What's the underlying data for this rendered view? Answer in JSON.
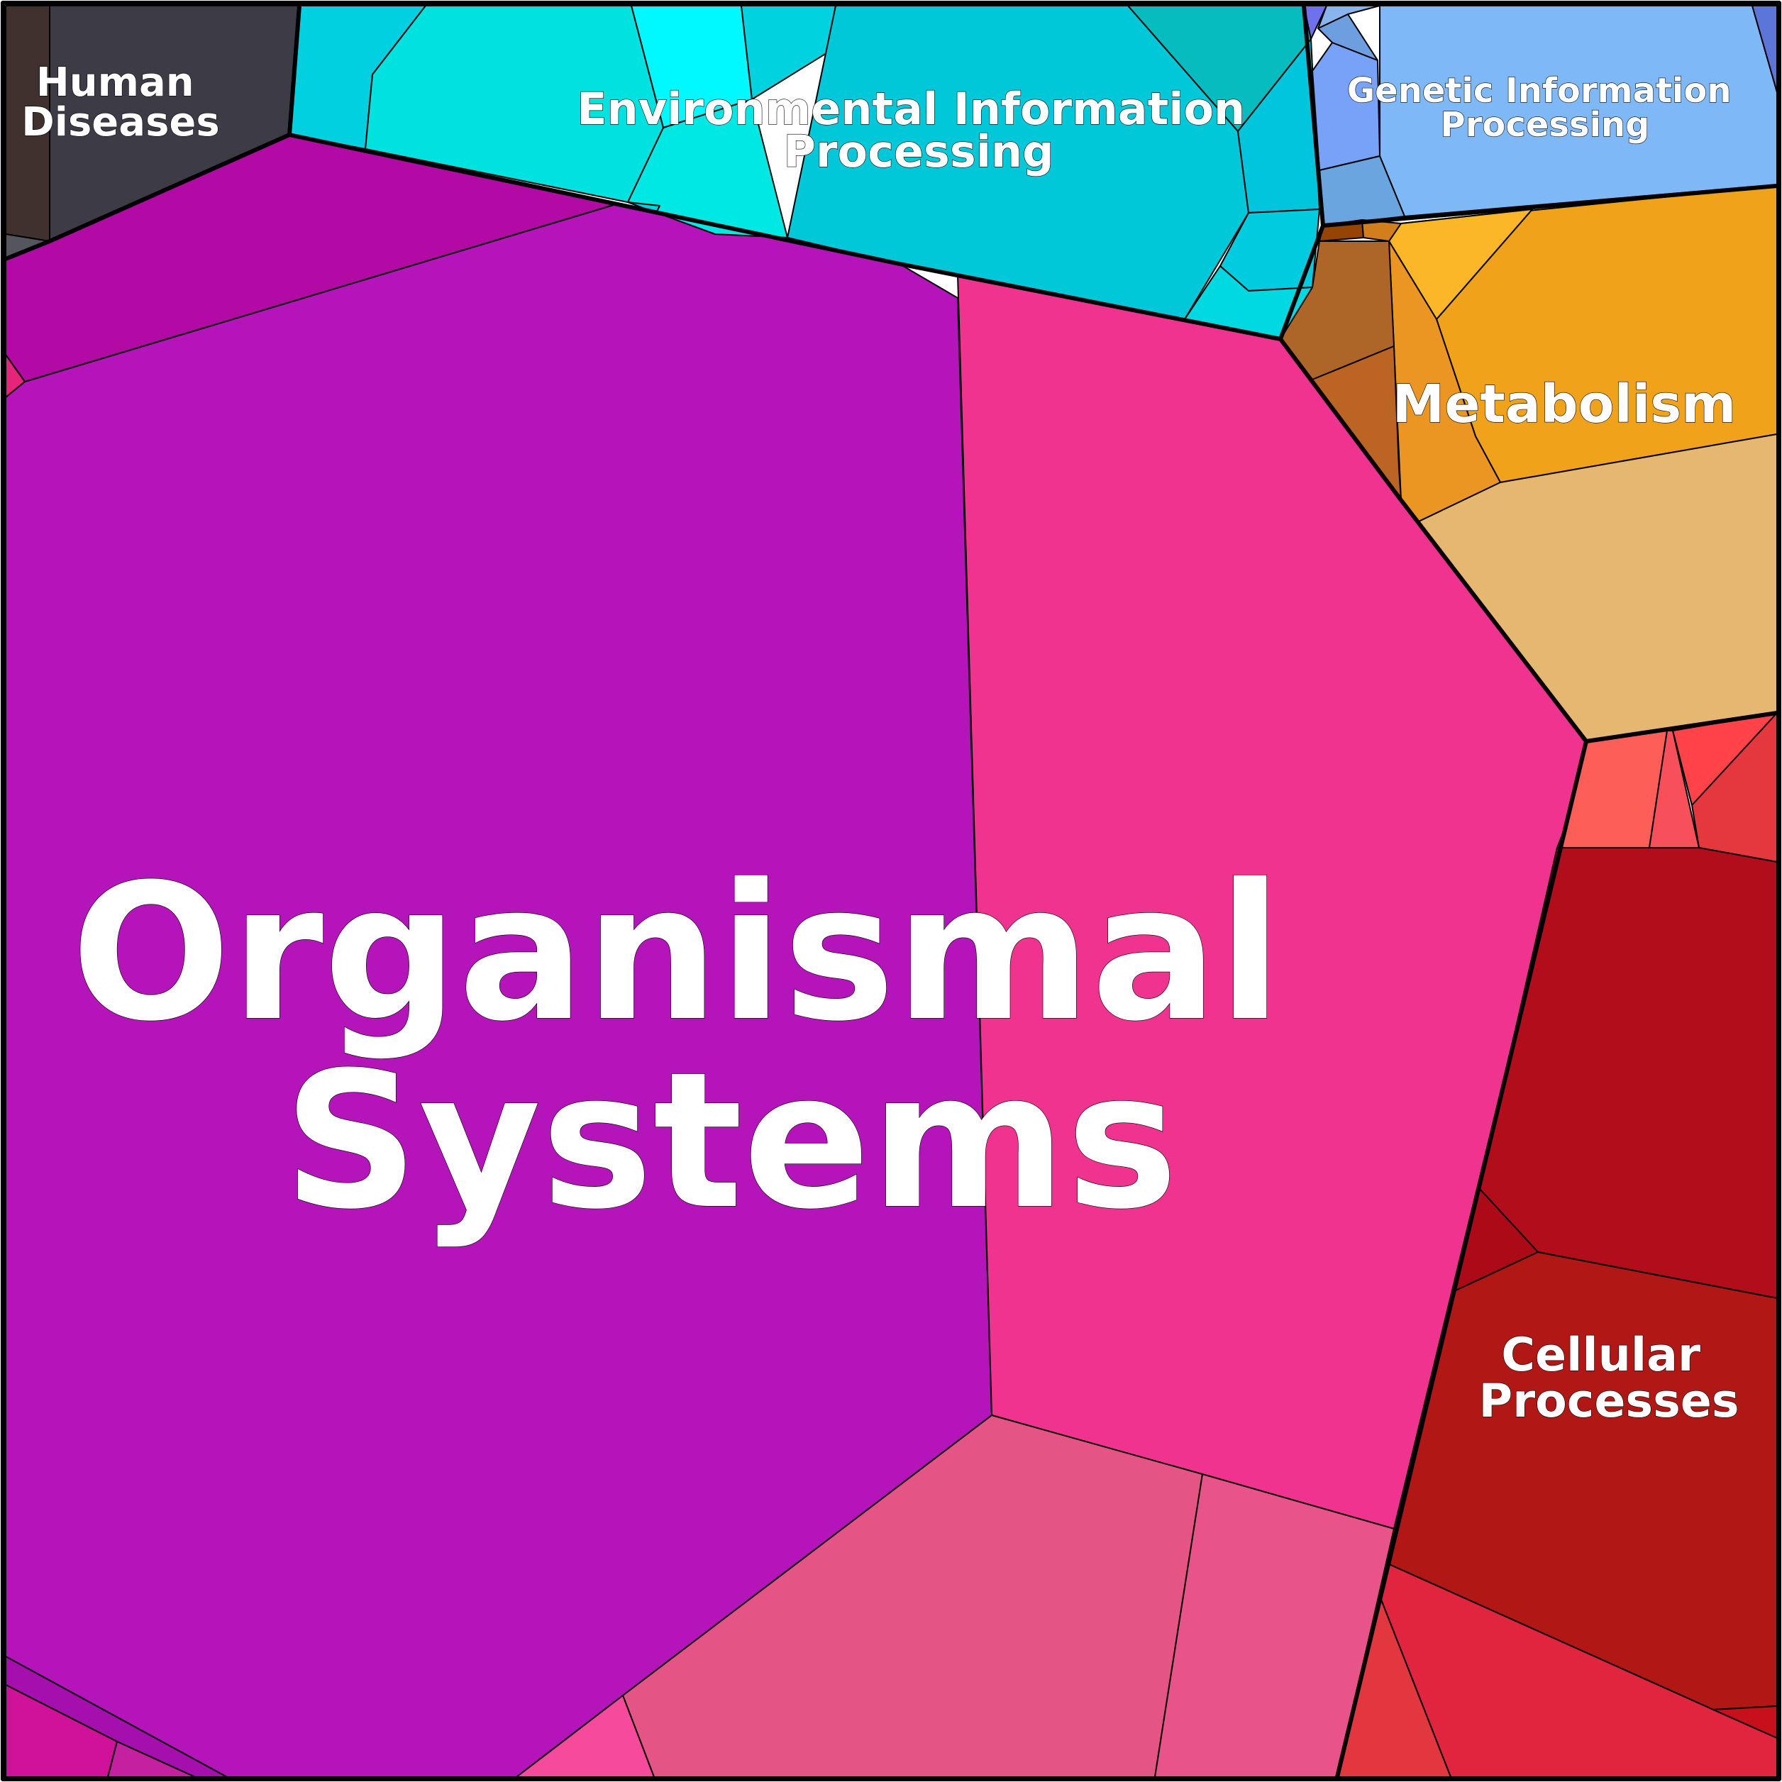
{
  "chart_data": {
    "type": "voronoi-treemap",
    "categories": [
      {
        "name": "Organismal Systems",
        "label_lines": [
          "Organismal",
          "Systems"
        ],
        "color": "#b514b9"
      },
      {
        "name": "Environmental Information Processing",
        "label_lines": [
          "Environmental Information",
          "Processing"
        ],
        "color": "#00cad8"
      },
      {
        "name": "Human Diseases",
        "label_lines": [
          "Human",
          "Diseases"
        ],
        "color": "#3b3a43"
      },
      {
        "name": "Genetic Information Processing",
        "label_lines": [
          "Genetic Information",
          "Processing"
        ],
        "color": "#7fb7f5"
      },
      {
        "name": "Metabolism",
        "label_lines": [
          "Metabolism"
        ],
        "color": "#eea31c"
      },
      {
        "name": "Cellular Processes",
        "label_lines": [
          "Cellular",
          "Processes"
        ],
        "color": "#b11414"
      }
    ]
  }
}
